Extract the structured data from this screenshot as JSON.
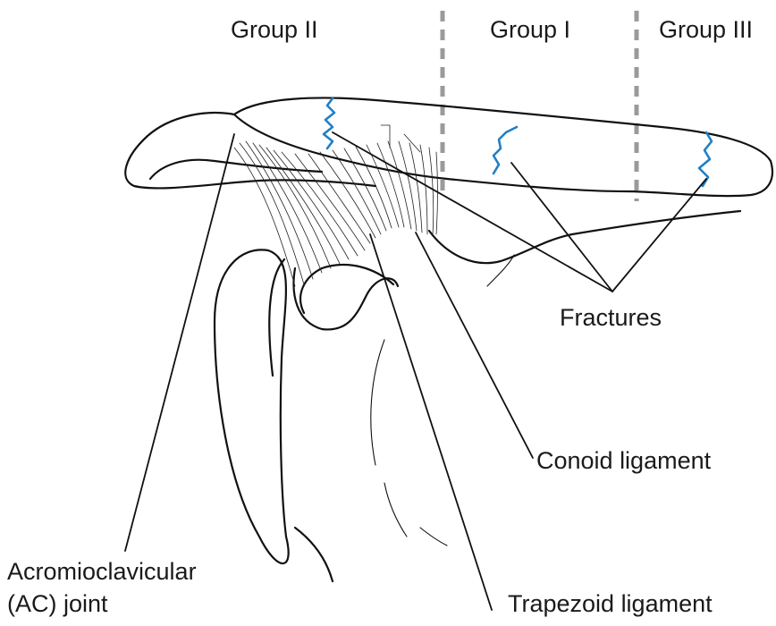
{
  "groups": {
    "group_ii": "Group II",
    "group_i": "Group I",
    "group_iii": "Group III"
  },
  "labels": {
    "fractures": "Fractures",
    "conoid": "Conoid ligament",
    "ac_joint_line1": "Acromioclavicular",
    "ac_joint_line2": "(AC) joint",
    "trapezoid": "Trapezoid ligament"
  },
  "colors": {
    "fracture_line": "#1f7fc6",
    "group_divider": "#9a9a9a",
    "ink": "#111111"
  }
}
